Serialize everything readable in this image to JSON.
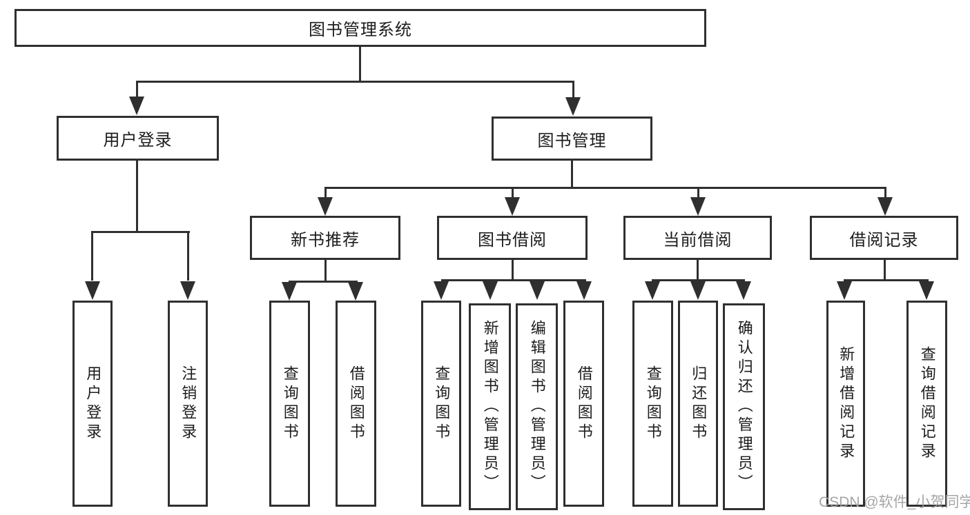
{
  "diagram": {
    "type": "tree",
    "root": "图书管理系统",
    "level2": [
      {
        "label": "用户登录"
      },
      {
        "label": "图书管理"
      }
    ],
    "level3": [
      {
        "label": "新书推荐",
        "parent": "图书管理"
      },
      {
        "label": "图书借阅",
        "parent": "图书管理"
      },
      {
        "label": "当前借阅",
        "parent": "图书管理"
      },
      {
        "label": "借阅记录",
        "parent": "图书管理"
      }
    ],
    "leaves": {
      "login": [
        "用户登录",
        "注销登录"
      ],
      "newbook": [
        "查询图书",
        "借阅图书"
      ],
      "borrow": [
        "查询图书",
        "新增图书（管理员）",
        "编辑图书（管理员）",
        "借阅图书"
      ],
      "current": [
        "查询图书",
        "归还图书",
        "确认归还（管理员）"
      ],
      "record": [
        "新增借阅记录",
        "查询借阅记录"
      ]
    }
  },
  "watermark": {
    "text": "CSDN @软件_小贺同学"
  },
  "colors": {
    "line": "#2f2f2f",
    "text": "#1c1c1c",
    "background": "#ffffff",
    "watermark": "#9e9e9e"
  }
}
